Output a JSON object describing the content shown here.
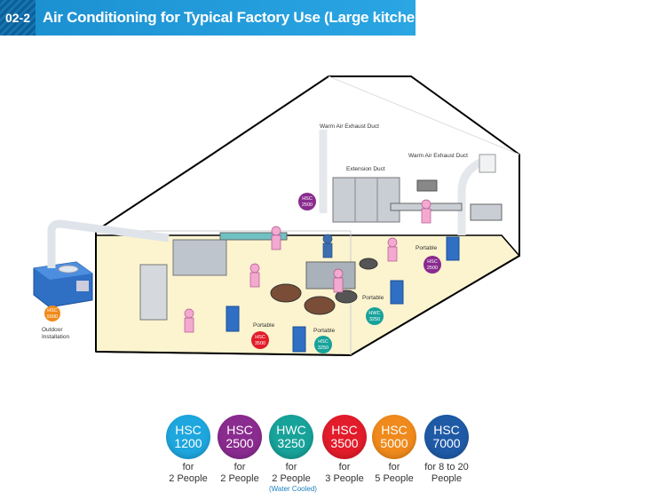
{
  "header": {
    "number": "02-2",
    "title": "Air Conditioning for Typical Factory Use (Large kitchen)"
  },
  "labels": {
    "warm_duct_1": "Warm Air Exhaust Duct",
    "extension_duct": "Extension Duct",
    "warm_duct_2": "Warm Air Exhaust Duct",
    "outdoor": [
      "Outdoor",
      "Installation"
    ],
    "portable": "Portable"
  },
  "badges": [
    {
      "model": "HSC",
      "size": "2500",
      "color": "#8a2b8f"
    },
    {
      "model": "HSC",
      "size": "2500",
      "color": "#8a2b8f"
    },
    {
      "model": "HSC",
      "size": "5000",
      "color": "#f08a1c"
    },
    {
      "model": "HWC",
      "size": "3250",
      "color": "#17a29a"
    },
    {
      "model": "HSC",
      "size": "3500",
      "color": "#e21c2a"
    },
    {
      "model": "HSC",
      "size": "3250",
      "color": "#17a29a"
    }
  ],
  "legend": [
    {
      "model": "HSC",
      "size": "1200",
      "for": "for",
      "people": "2 People",
      "note": "",
      "color": "#1ea6de"
    },
    {
      "model": "HSC",
      "size": "2500",
      "for": "for",
      "people": "2 People",
      "note": "",
      "color": "#8a2b8f"
    },
    {
      "model": "HWC",
      "size": "3250",
      "for": "for",
      "people": "2 People",
      "note": "(Water Cooled)",
      "color": "#17a29a"
    },
    {
      "model": "HSC",
      "size": "3500",
      "for": "for",
      "people": "3 People",
      "note": "",
      "color": "#e21c2a"
    },
    {
      "model": "HSC",
      "size": "5000",
      "for": "for",
      "people": "5 People",
      "note": "",
      "color": "#f08a1c"
    },
    {
      "model": "HSC",
      "size": "7000",
      "for": "for 8 to 20",
      "people": "People",
      "note": "",
      "color": "#1f5aa6"
    }
  ]
}
